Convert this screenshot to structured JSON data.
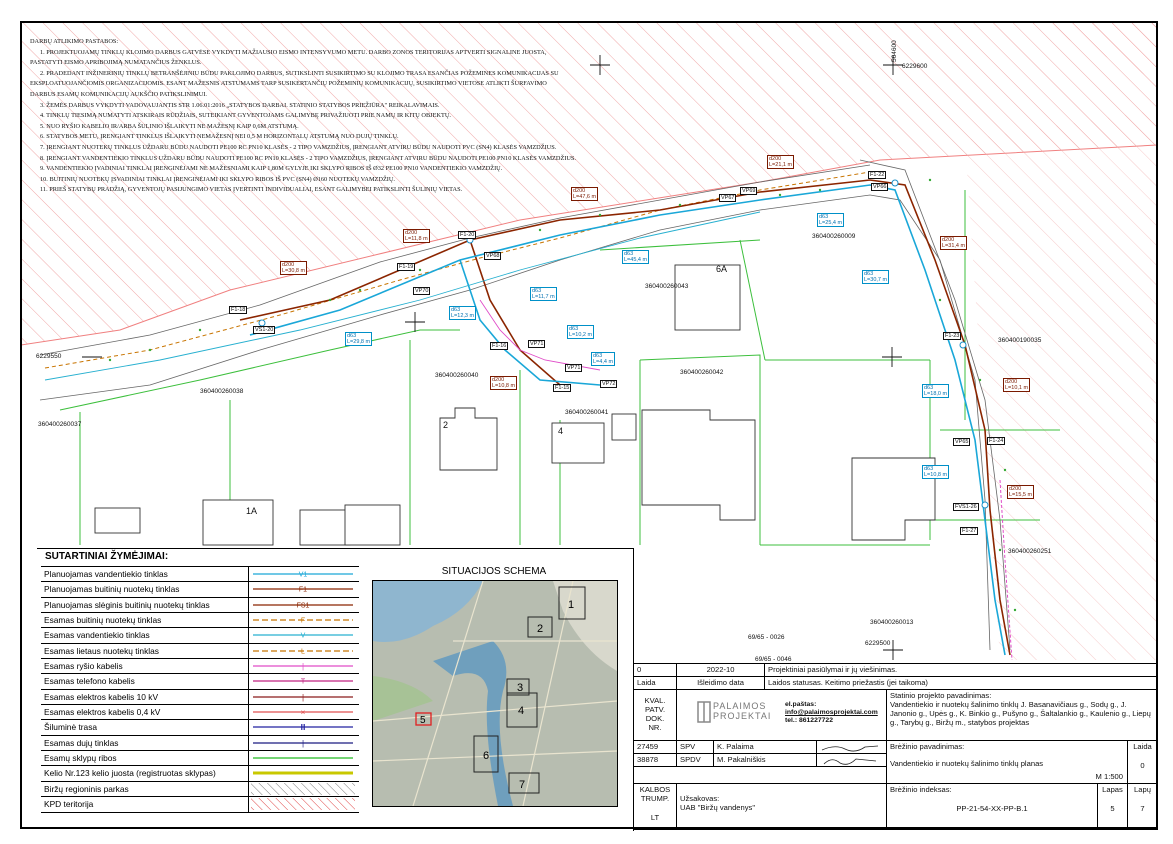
{
  "notes": {
    "heading": "DARBŲ ATLIKIMO PASTABOS:",
    "lines": [
      "1. PROJEKTUOJAMŲ TINKLŲ KLOJIMO DARBUS GATVĖSE VYKDYTI  MAŽIAUSIO EISMO INTENSYVUMO METU. DARBO ZONOS TERITORIJAS APTVERTI SIGNALINE JUOSTA,",
      "PASTATYTI EISMO APRIBOJIMĄ NUMATANČIUS ŽENKLUS.",
      "2. PRADEDANT INŽINERINIŲ TINKLŲ BETRANŠĖJINIU BŪDU PAKLOJIMO DARBUS, SUTIKSLINTI SUSIKIRTIMO SU KLOJIMO TRASA ESANČIAS POŽEMINES KOMUNIKACIJAS SU",
      "EKSPLOATUOJANČIOMIS ORGANIZACIJOMIS. ESANT MAŽESNIS ATSTUMAMS  TARP SUSIKERTANČIŲ POŽEMINIŲ KOMUNIKACIJŲ, SUSIKIRTIMO VIETOSE ATLIKTI ŠURFAVIMO",
      "DARBUS ESAMŲ KOMUNIKACIJŲ AUKŠČIO PATIKSLINIMUI.",
      "3. ŽEMĖS DARBUS VYKDYTI  VADOVAUJANTIS STR 1.06.01:2016 „STATYBOS DARBAI. STATINIO STATYBOS PRIEŽIŪRA\" REIKALAVIMAIS.",
      "4. TINKLŲ TIESIMĄ NUMATYTI ATSKIRAIS RŪDŽIAIS, SUTEIKIANT GYVENTOJAMS GALIMYBĘ PRIVAŽIUOTI PRIE NAMŲ IR KITŲ OBJEKTŲ.",
      "5. NUO RYŠIO KABELIO IR/ARBA ŠULINIO IŠLAIKYTI NE MAŽESNĮ KAIP 0,6M ATSTUMĄ.",
      "6. STATYBOS METU, ĮRENGIANT TINKLUS IŠLAIKYTI NEMAŽESNĮ NEI 0,5 M HORIZONTALŲ ATSTUMĄ NUO DUJŲ TINKLŲ.",
      "7. ĮRENGIANT NUOTEKŲ TINKLUS UŽDARU BŪDU NAUDOTI PE100 RC  PN10 KLASĖS - 2 TIPO VAMZDŽIUS, ĮRENGIANT ATVIRU BŪDU  NAUDOTI PVC (SN4) KLASĖS VAMZDŽIUS.",
      "8. ĮRENGIANT VANDENTIEKIO TINKLUS UŽDARU BŪDU NAUDOTI PE100 RC PN10  KLASĖS - 2 TIPO VAMZDŽIUS, ĮRENGIANT ATVIRU BŪDU NAUDOTI PE100 PN10 KLASĖS VAMZDŽIUS.",
      "9. VANDENTIEKIO ĮVADINIAI TINKLAI  ĮRENGINĖJAMI NE MAŽESNIAMI KAIP 1,80M GYLYJE IKI SKLYPO RIBOS IŠ Ø32 PE100 PN10 VANDENTIEKIO VAMZDŽIŲ.",
      "10. BUITINIŲ NUOTEKŲ ĮSVADINIAI TINKLAI ĮRENGINĖJAMI  IKI SKLYPO RIBOS IŠ PVC (SN4) Ø160  NUOTEKŲ VAMZDŽIŲ.",
      "11. PRIEŠ STATYBŲ PRADŽIĄ, GYVENTOJŲ PASIJUNGIMO VIETAS ĮVERTINTI INDIVIDUALIAI, ESANT GALIMYBEI PATIKSLINTI ŠULINIŲ VIETAS."
    ]
  },
  "map": {
    "coords": {
      "top_x": "564600",
      "right_y1": "6229600",
      "left_y": "6229550",
      "right_y2": "6229500"
    },
    "parcels": [
      "360400260009",
      "360400260043",
      "360400190035",
      "360400260038",
      "360400260040",
      "360400260042",
      "360400260037",
      "360400260041",
      "360400260251",
      "360400260013",
      "69/65 - 0026",
      "69/65 - 0046"
    ],
    "buildings": [
      "6A",
      "2",
      "4",
      "1A"
    ],
    "brown_tags": [
      {
        "d": "d200",
        "l": "L=21,1 m"
      },
      {
        "d": "d200",
        "l": "L=47,6 m"
      },
      {
        "d": "d200",
        "l": "L=11,8 m"
      },
      {
        "d": "d200",
        "l": "L=30,8 m"
      },
      {
        "d": "d200",
        "l": "L=31,4 m"
      },
      {
        "d": "d200",
        "l": "L=10,8 m"
      },
      {
        "d": "d200",
        "l": "L=10,1 m"
      },
      {
        "d": "d200",
        "l": "L=15,5 m"
      }
    ],
    "cyan_tags": [
      {
        "d": "d63",
        "l": "L=25,4 m"
      },
      {
        "d": "d63",
        "l": "L=45,4 m"
      },
      {
        "d": "d63",
        "l": "L=12,3 m"
      },
      {
        "d": "d63",
        "l": "L=11,7 m"
      },
      {
        "d": "d63",
        "l": "L=10,2 m"
      },
      {
        "d": "d63",
        "l": "L=4,4 m"
      },
      {
        "d": "d63",
        "l": "L=29,8 m"
      },
      {
        "d": "d63",
        "l": "L=30,7 m"
      },
      {
        "d": "d63",
        "l": "L=18,0 m"
      },
      {
        "d": "d63",
        "l": "L=10,8 m"
      }
    ],
    "nodes": [
      "F1-20",
      "F1-21",
      "F1-22",
      "VP66",
      "VP67",
      "VP68",
      "VP69",
      "F1-19",
      "VP70",
      "F1-18",
      "VS1-20",
      "F1-17",
      "F1-16",
      "VP71",
      "VP72",
      "F1-15",
      "F1-23",
      "F1-24",
      "VP65",
      "F1-25",
      "VP64",
      "FVS1-26",
      "F1-27"
    ]
  },
  "legend": {
    "title": "SUTARTINIAI ŽYMĖJIMAI:",
    "items": [
      {
        "label": "Planuojamas vandentiekio tinklas",
        "code": "V1",
        "color": "#1aa7d8"
      },
      {
        "label": "Planuojamas buitinių nuotekų tinklas",
        "code": "F1",
        "color": "#8b2500"
      },
      {
        "label": "Planuojamas slėginis buitinių nuotekų tinklas",
        "code": "FS1",
        "color": "#8b2500"
      },
      {
        "label": "Esamas buitinių nuotekų tinklas",
        "code": "F",
        "color": "#c87400"
      },
      {
        "label": "Esamas vandentiekio tinklas",
        "code": "V",
        "color": "#27b0d0"
      },
      {
        "label": "Esamas lietaus nuotekų tinklas",
        "code": "L",
        "color": "#c87400"
      },
      {
        "label": "Esamas ryšio kabelis",
        "code": "",
        "color": "#e04cc8"
      },
      {
        "label": "Esamas telefono kabelis",
        "code": "T",
        "color": "#c02080"
      },
      {
        "label": "Esamas elektros kabelis 10 kV",
        "code": "",
        "color": "#8b1a1a"
      },
      {
        "label": "Esamas elektros kabelis 0,4 kV",
        "code": "",
        "color": "#e05050"
      },
      {
        "label": "Šiluminė trasa",
        "code": "",
        "color": "#2020a0"
      },
      {
        "label": "Esamas dujų tinklas",
        "code": "",
        "color": "#1a1a80"
      },
      {
        "label": "Esamų sklypų ribos",
        "code": "",
        "color": "#22bb22"
      },
      {
        "label": "Kelio Nr.123 kelio juosta (registruotas sklypas)",
        "code": "",
        "color": "#c8c800"
      },
      {
        "label": "Biržų regioninis parkas",
        "code": "",
        "color": "#777777"
      },
      {
        "label": "KPD teritorija",
        "code": "",
        "color": "#e04040"
      }
    ]
  },
  "situation": {
    "title": "SITUACIJOS SCHEMA",
    "zones": [
      "1",
      "2",
      "3",
      "4",
      "5",
      "6",
      "7"
    ]
  },
  "titleblock": {
    "rev_no": "0",
    "rev_date": "2022-10",
    "rev_desc": "Projektiniai pasiūlymai ir jų viešinimas.",
    "h_laida": "Laida",
    "h_date": "Išleidimo data",
    "h_desc": "Laidos statusas. Keitimo priežastis (jei taikoma)",
    "kval": "KVAL.\nPATV.\nDOK.\nNR.",
    "company_email_label": "el.paštas:",
    "company_email": "info@palaimosprojektai.com",
    "company_tel": "tel.: 861227722",
    "logo_text_1": "PALAIMOS",
    "logo_text_2": "PROJEKTAI",
    "project_heading": "Statinio projekto pavadinimas:",
    "project_name": "Vandentiekio ir nuotekų šalinimo tinklų J. Basanavičiaus g., Sodų g., J. Janonio g., Upės g., K. Binkio g., Pušyno g., Šaltalankio g., Kaulenio g., Liepų g., Tarybų g., Biržų m., statybos projektas",
    "p1_no": "27459",
    "p1_role": "SPV",
    "p1_name": "K. Palaima",
    "p2_no": "38878",
    "p2_role": "SPDV",
    "p2_name": "M. Pakalniškis",
    "drawing_heading": "Brėžinio pavadinimas:",
    "drawing_name": "Vandentiekio ir nuotekų šalinimo tinklų planas",
    "laida_h": "Laida",
    "laida_v": "0",
    "scale": "M 1:500",
    "lang_h": "KALBOS\nTRUMP.",
    "lang_v": "LT",
    "client_h": "Užsakovas:",
    "client": "UAB \"Biržų vandenys\"",
    "index_h": "Brėžinio indeksas:",
    "index": "PP-21-54-XX-PP-B.1",
    "lapas_h": "Lapas",
    "lapas_v": "5",
    "lapu_h": "Lapų",
    "lapu_v": "7"
  }
}
